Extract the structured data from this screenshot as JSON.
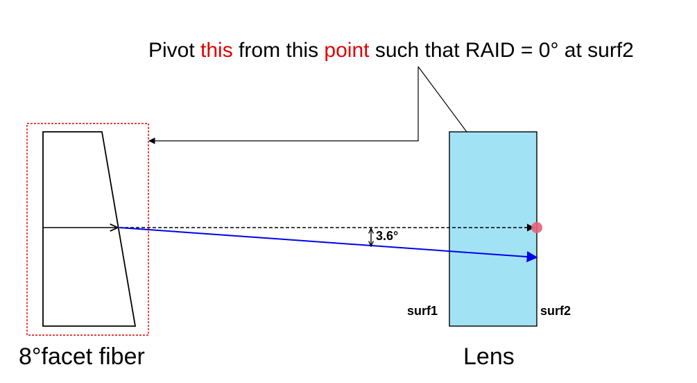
{
  "annotation": {
    "part1": "Pivot ",
    "part2": "this",
    "part3": " from this ",
    "part4": "point",
    "part5": " such that RAID = 0° at surf2",
    "highlight_color": "#e00000"
  },
  "labels": {
    "fiber": "8°facet fiber",
    "lens": "Lens",
    "surf1": "surf1",
    "surf2": "surf2",
    "angle": "3.6°"
  },
  "colors": {
    "lens_fill": "#a2e2f5",
    "ray": "#0000ee",
    "pivot_point": "#e8607a",
    "selection_box": "#e00000"
  }
}
